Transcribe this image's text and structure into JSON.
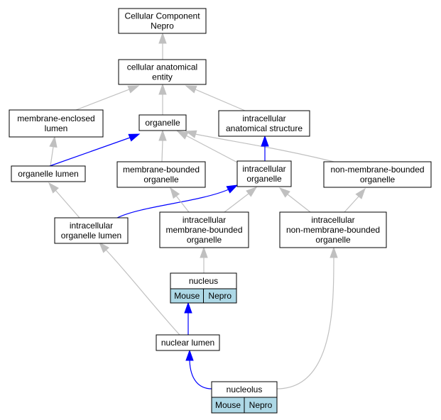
{
  "nodes": [
    {
      "id": "cc",
      "lines": [
        "Cellular Component",
        "Nepro"
      ]
    },
    {
      "id": "cae",
      "lines": [
        "cellular anatomical",
        "entity"
      ]
    },
    {
      "id": "mel",
      "lines": [
        "membrane-enclosed",
        "lumen"
      ]
    },
    {
      "id": "org",
      "lines": [
        "organelle"
      ]
    },
    {
      "id": "ias",
      "lines": [
        "intracellular",
        "anatomical structure"
      ]
    },
    {
      "id": "orgl",
      "lines": [
        "organelle lumen"
      ]
    },
    {
      "id": "mbo",
      "lines": [
        "membrane-bounded",
        "organelle"
      ]
    },
    {
      "id": "io",
      "lines": [
        "intracellular",
        "organelle"
      ]
    },
    {
      "id": "nmbo",
      "lines": [
        "non-membrane-bounded",
        "organelle"
      ]
    },
    {
      "id": "iol",
      "lines": [
        "intracellular",
        "organelle lumen"
      ]
    },
    {
      "id": "imbo",
      "lines": [
        "intracellular",
        "membrane-bounded",
        "organelle"
      ]
    },
    {
      "id": "inmbo",
      "lines": [
        "intracellular",
        "non-membrane-bounded",
        "organelle"
      ]
    },
    {
      "id": "nuc",
      "lines": [
        "nucleus"
      ],
      "badges": [
        "Mouse",
        "Nepro"
      ]
    },
    {
      "id": "nl",
      "lines": [
        "nuclear lumen"
      ]
    },
    {
      "id": "nucl",
      "lines": [
        "nucleolus"
      ],
      "badges": [
        "Mouse",
        "Nepro"
      ]
    }
  ],
  "edges": [
    {
      "from": "cae",
      "to": "cc",
      "type": "is_a"
    },
    {
      "from": "mel",
      "to": "cae",
      "type": "is_a"
    },
    {
      "from": "org",
      "to": "cae",
      "type": "is_a"
    },
    {
      "from": "ias",
      "to": "cae",
      "type": "is_a"
    },
    {
      "from": "orgl",
      "to": "mel",
      "type": "is_a"
    },
    {
      "from": "orgl",
      "to": "org",
      "type": "part_of"
    },
    {
      "from": "mbo",
      "to": "org",
      "type": "is_a"
    },
    {
      "from": "io",
      "to": "org",
      "type": "is_a"
    },
    {
      "from": "nmbo",
      "to": "org",
      "type": "is_a"
    },
    {
      "from": "io",
      "to": "ias",
      "type": "part_of"
    },
    {
      "from": "iol",
      "to": "orgl",
      "type": "is_a"
    },
    {
      "from": "iol",
      "to": "io",
      "type": "part_of"
    },
    {
      "from": "imbo",
      "to": "mbo",
      "type": "is_a"
    },
    {
      "from": "imbo",
      "to": "io",
      "type": "is_a"
    },
    {
      "from": "inmbo",
      "to": "io",
      "type": "is_a"
    },
    {
      "from": "inmbo",
      "to": "nmbo",
      "type": "is_a"
    },
    {
      "from": "nuc",
      "to": "imbo",
      "type": "is_a"
    },
    {
      "from": "nl",
      "to": "nuc",
      "type": "part_of"
    },
    {
      "from": "nl",
      "to": "iol",
      "type": "is_a"
    },
    {
      "from": "nucl",
      "to": "nl",
      "type": "part_of"
    },
    {
      "from": "nucl",
      "to": "inmbo",
      "type": "is_a"
    }
  ],
  "colors": {
    "is_a_edge": "#c0c0c0",
    "part_of_edge": "#0000ff",
    "badge_fill": "#add8e6",
    "node_fill": "#ffffff",
    "node_border": "#000000"
  }
}
